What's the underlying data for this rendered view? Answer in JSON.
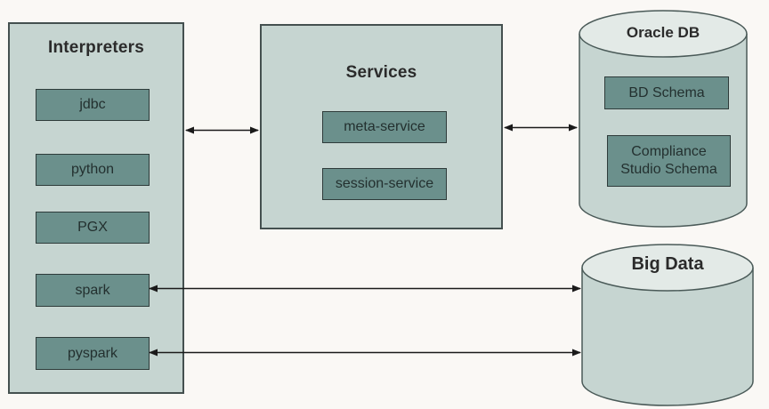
{
  "diagram": {
    "interpreters": {
      "title": "Interpreters",
      "items": [
        "jdbc",
        "python",
        "PGX",
        "spark",
        "pyspark"
      ]
    },
    "services": {
      "title": "Services",
      "items": [
        "meta-service",
        "session-service"
      ]
    },
    "oracle_db": {
      "title": "Oracle DB",
      "items": [
        "BD Schema",
        "Compliance Studio Schema"
      ]
    },
    "big_data": {
      "title": "Big Data"
    },
    "connections": [
      {
        "from": "Interpreters",
        "to": "Services",
        "bidirectional": true
      },
      {
        "from": "Services",
        "to": "Oracle DB",
        "bidirectional": true
      },
      {
        "from": "spark",
        "to": "Big Data",
        "bidirectional": true
      },
      {
        "from": "pyspark",
        "to": "Big Data",
        "bidirectional": true
      }
    ],
    "colors": {
      "background": "#faf8f5",
      "container_fill": "#c6d5d1",
      "container_border": "#44504f",
      "node_fill": "#6b908c",
      "node_border": "#2e3b3a",
      "cylinder_body_fill": "#c6d5d1",
      "cylinder_top_fill": "#e3eae7",
      "cylinder_border": "#4a5a58",
      "arrow": "#1a1a1a",
      "text": "#2b2b2b"
    }
  }
}
